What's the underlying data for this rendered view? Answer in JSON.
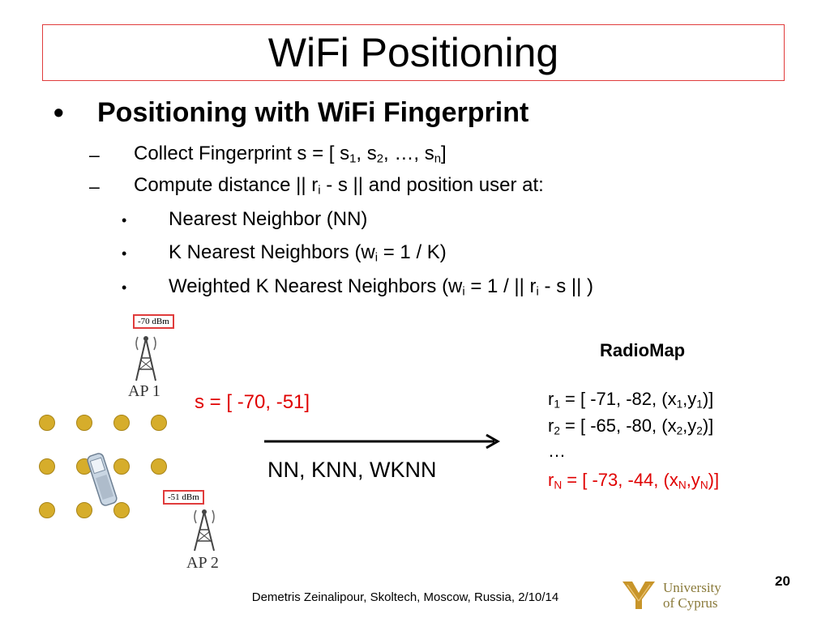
{
  "slide": {
    "title": "WiFi Positioning",
    "bullet_marker": "•",
    "main_bullet": "Positioning with WiFi Fingerprint",
    "dash_marker": "–",
    "sub1": {
      "pre": "Collect Fingerprint s = [ s",
      "i1": "1",
      "sep1": ", s",
      "i2": "2",
      "sep2": ", …, s",
      "i3": "n",
      "post": "]"
    },
    "sub2": {
      "pre": "Compute distance || r",
      "i1": "i",
      "post": " - s || and position user at:"
    },
    "item1": "Nearest Neighbor (NN)",
    "item2": {
      "pre": "K Nearest Neighbors (w",
      "i1": "i",
      "post": " = 1 / K)"
    },
    "item3": {
      "pre": "Weighted K Nearest Neighbors (w",
      "i1": "i",
      "mid": " = 1 / || r",
      "i2": "i",
      "post": " - s || )"
    }
  },
  "diagram": {
    "ap1_signal": "-70 dBm",
    "ap2_signal": "-51 dBm",
    "ap1_label": "AP 1",
    "ap2_label": "AP 2",
    "s_vector": "s = [ -70, -51]",
    "algorithms": "NN, KNN, WKNN"
  },
  "radiomap": {
    "title": "RadioMap",
    "r1": {
      "a": "r",
      "i": "1",
      "b": " = [ -71, -82, (x",
      "c": ",y",
      "d": ")]"
    },
    "r2": {
      "a": "r",
      "i": "2",
      "b": " = [ -65, -80, (x",
      "c": ",y",
      "d": ")]"
    },
    "ellipsis": "…",
    "rN": {
      "a": "r",
      "i": "N",
      "b": " = [ -73, -44, (x",
      "c": ",y",
      "d": ")]"
    }
  },
  "footer": {
    "page_number": "20",
    "citation": "Demetris Zeinalipour, Skoltech, Moscow, Russia, 2/10/14",
    "logo_line1": "University",
    "logo_line2": "of Cyprus"
  },
  "colors": {
    "accent_red": "#e00000",
    "ref_point": "#d6ad2b",
    "title_border": "#e03c3c",
    "logo_gold": "#c8952a"
  }
}
